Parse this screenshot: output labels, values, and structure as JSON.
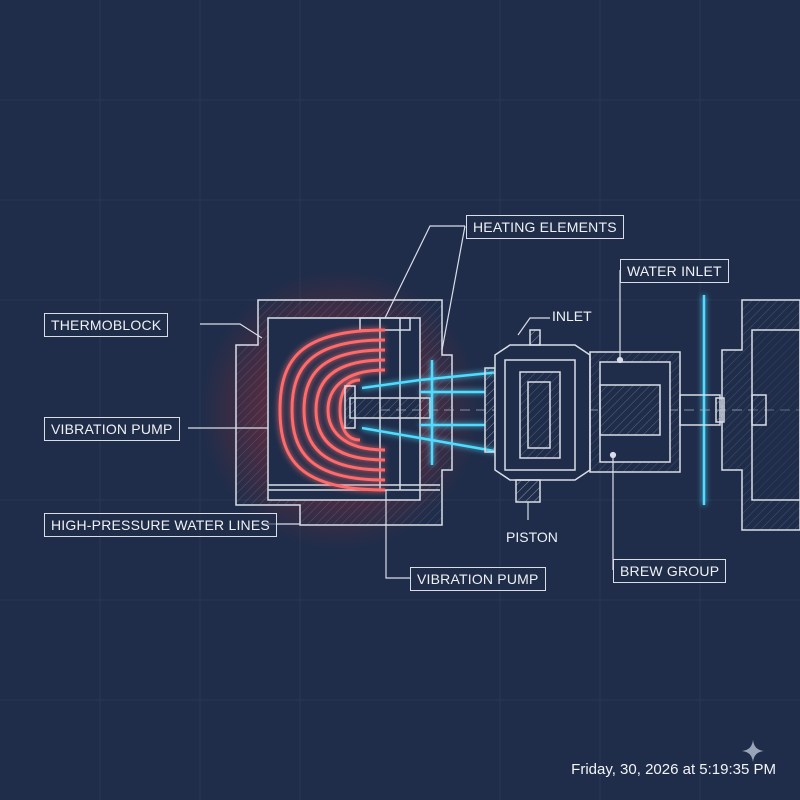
{
  "labels": {
    "heating_elements": "HEATING ELEMENTS",
    "water_inlet": "WATER INLET",
    "thermoblock": "THERMOBLOCK",
    "inlet": "INLET",
    "vibration_pump_left": "VIBRATION PUMP",
    "high_pressure_water_lines": "HIGH-PRESSURE WATER LINES",
    "piston": "PISTON",
    "vibration_pump_bottom": "VIBRATION PUMP",
    "brew_group": "BREW GROUP"
  },
  "timestamp": "Friday, 30, 2026 at 5:19:35 PM",
  "colors": {
    "background": "#1f2d4a",
    "linework": "#d8dde6",
    "heating_glow": "#ff4a4a",
    "water_glow": "#3fd6ff"
  },
  "icons": [
    "sparkle-icon"
  ]
}
